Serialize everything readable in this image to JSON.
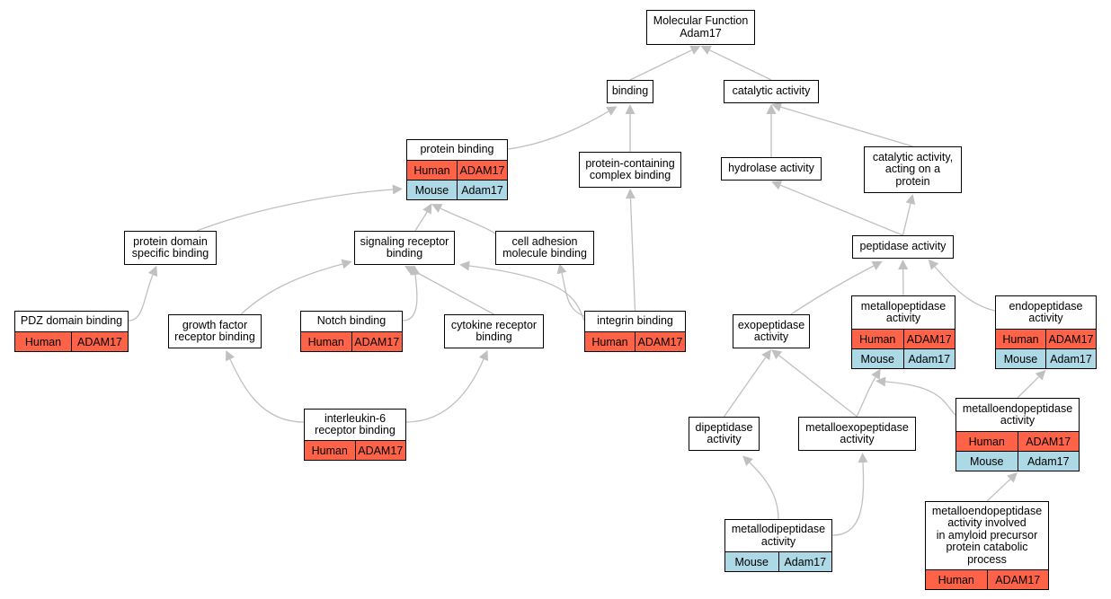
{
  "colors": {
    "human": "#ff6347",
    "mouse": "#add8e6",
    "edge": "#c0c0c0"
  },
  "nodes": {
    "molecular_function": {
      "title": "Molecular Function\nAdam17",
      "rows": []
    },
    "binding": {
      "title": "binding",
      "rows": []
    },
    "catalytic_activity": {
      "title": "catalytic activity",
      "rows": []
    },
    "protein_binding": {
      "title": "protein binding",
      "rows": [
        {
          "species": "Human",
          "gene": "ADAM17"
        },
        {
          "species": "Mouse",
          "gene": "Adam17"
        }
      ]
    },
    "protein_containing_complex_binding": {
      "title": "protein-containing\ncomplex binding",
      "rows": []
    },
    "hydrolase_activity": {
      "title": "hydrolase activity",
      "rows": []
    },
    "catalytic_activity_on_protein": {
      "title": "catalytic activity,\nacting on a\nprotein",
      "rows": []
    },
    "protein_domain_specific_binding": {
      "title": "protein domain\nspecific binding",
      "rows": []
    },
    "signaling_receptor_binding": {
      "title": "signaling receptor\nbinding",
      "rows": []
    },
    "cell_adhesion_molecule_binding": {
      "title": "cell adhesion\nmolecule binding",
      "rows": []
    },
    "peptidase_activity": {
      "title": "peptidase activity",
      "rows": []
    },
    "pdz_domain_binding": {
      "title": "PDZ domain binding",
      "rows": [
        {
          "species": "Human",
          "gene": "ADAM17"
        }
      ]
    },
    "growth_factor_receptor_binding": {
      "title": "growth factor\nreceptor binding",
      "rows": []
    },
    "notch_binding": {
      "title": "Notch binding",
      "rows": [
        {
          "species": "Human",
          "gene": "ADAM17"
        }
      ]
    },
    "cytokine_receptor_binding": {
      "title": "cytokine receptor\nbinding",
      "rows": []
    },
    "integrin_binding": {
      "title": "integrin binding",
      "rows": [
        {
          "species": "Human",
          "gene": "ADAM17"
        }
      ]
    },
    "exopeptidase_activity": {
      "title": "exopeptidase\nactivity",
      "rows": []
    },
    "metallopeptidase_activity": {
      "title": "metallopeptidase\nactivity",
      "rows": [
        {
          "species": "Human",
          "gene": "ADAM17"
        },
        {
          "species": "Mouse",
          "gene": "Adam17"
        }
      ]
    },
    "endopeptidase_activity": {
      "title": "endopeptidase\nactivity",
      "rows": [
        {
          "species": "Human",
          "gene": "ADAM17"
        },
        {
          "species": "Mouse",
          "gene": "Adam17"
        }
      ]
    },
    "interleukin_6_receptor_binding": {
      "title": "interleukin-6\nreceptor binding",
      "rows": [
        {
          "species": "Human",
          "gene": "ADAM17"
        }
      ]
    },
    "metalloendopeptidase_activity": {
      "title": "metalloendopeptidase\nactivity",
      "rows": [
        {
          "species": "Human",
          "gene": "ADAM17"
        },
        {
          "species": "Mouse",
          "gene": "Adam17"
        }
      ]
    },
    "dipeptidase_activity": {
      "title": "dipeptidase\nactivity",
      "rows": []
    },
    "metalloexopeptidase_activity": {
      "title": "metalloexopeptidase\nactivity",
      "rows": []
    },
    "metallodipeptidase_activity": {
      "title": "metallodipeptidase\nactivity",
      "rows": [
        {
          "species": "Mouse",
          "gene": "Adam17"
        }
      ]
    },
    "metalloendopeptidase_amyloid": {
      "title": "metalloendopeptidase\nactivity involved\nin amyloid precursor\nprotein catabolic\nprocess",
      "rows": [
        {
          "species": "Human",
          "gene": "ADAM17"
        }
      ]
    }
  },
  "edges": [
    {
      "from": "binding",
      "to": "molecular_function"
    },
    {
      "from": "catalytic_activity",
      "to": "molecular_function"
    },
    {
      "from": "protein_binding",
      "to": "binding"
    },
    {
      "from": "protein_containing_complex_binding",
      "to": "binding"
    },
    {
      "from": "hydrolase_activity",
      "to": "catalytic_activity"
    },
    {
      "from": "catalytic_activity_on_protein",
      "to": "catalytic_activity"
    },
    {
      "from": "protein_domain_specific_binding",
      "to": "protein_binding"
    },
    {
      "from": "signaling_receptor_binding",
      "to": "protein_binding"
    },
    {
      "from": "cell_adhesion_molecule_binding",
      "to": "protein_binding"
    },
    {
      "from": "integrin_binding",
      "to": "protein_containing_complex_binding"
    },
    {
      "from": "peptidase_activity",
      "to": "hydrolase_activity"
    },
    {
      "from": "peptidase_activity",
      "to": "catalytic_activity_on_protein"
    },
    {
      "from": "pdz_domain_binding",
      "to": "protein_domain_specific_binding"
    },
    {
      "from": "growth_factor_receptor_binding",
      "to": "signaling_receptor_binding"
    },
    {
      "from": "notch_binding",
      "to": "signaling_receptor_binding"
    },
    {
      "from": "cytokine_receptor_binding",
      "to": "signaling_receptor_binding"
    },
    {
      "from": "integrin_binding",
      "to": "signaling_receptor_binding"
    },
    {
      "from": "integrin_binding",
      "to": "cell_adhesion_molecule_binding"
    },
    {
      "from": "exopeptidase_activity",
      "to": "peptidase_activity"
    },
    {
      "from": "metallopeptidase_activity",
      "to": "peptidase_activity"
    },
    {
      "from": "endopeptidase_activity",
      "to": "peptidase_activity"
    },
    {
      "from": "interleukin_6_receptor_binding",
      "to": "growth_factor_receptor_binding"
    },
    {
      "from": "interleukin_6_receptor_binding",
      "to": "cytokine_receptor_binding"
    },
    {
      "from": "metalloendopeptidase_activity",
      "to": "metallopeptidase_activity"
    },
    {
      "from": "metalloendopeptidase_activity",
      "to": "endopeptidase_activity"
    },
    {
      "from": "dipeptidase_activity",
      "to": "exopeptidase_activity"
    },
    {
      "from": "metalloexopeptidase_activity",
      "to": "exopeptidase_activity"
    },
    {
      "from": "metalloexopeptidase_activity",
      "to": "metallopeptidase_activity"
    },
    {
      "from": "metallodipeptidase_activity",
      "to": "dipeptidase_activity"
    },
    {
      "from": "metallodipeptidase_activity",
      "to": "metalloexopeptidase_activity"
    },
    {
      "from": "metalloendopeptidase_amyloid",
      "to": "metalloendopeptidase_activity"
    }
  ]
}
